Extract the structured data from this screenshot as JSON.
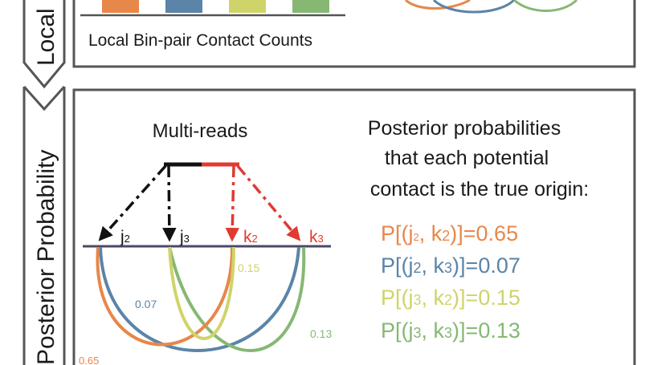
{
  "colors": {
    "orange": "#e8874a",
    "blue": "#5b84a8",
    "yellow": "#cfd46a",
    "green": "#86b873",
    "red": "#e03a32",
    "black": "#111111",
    "axis": "#4d4866",
    "frame": "#555555"
  },
  "top_panel": {
    "side_label": "Local",
    "caption": "Local Bin-pair Contact Counts"
  },
  "bottom_panel": {
    "side_label": "Posterior Probability",
    "multireads_label": "Multi-reads",
    "bins": [
      {
        "letter": "j",
        "sub": "2",
        "color": "black"
      },
      {
        "letter": "j",
        "sub": "3",
        "color": "black"
      },
      {
        "letter": "k",
        "sub": "2",
        "color": "red"
      },
      {
        "letter": "k",
        "sub": "3",
        "color": "red"
      }
    ],
    "arc_labels": {
      "j2k2": "0.65",
      "j2k3": "0.07",
      "j3k2": "0.15",
      "j3k3": "0.13"
    },
    "posterior_title": [
      "Posterior probabilities",
      "that each potential",
      "contact is the true origin:"
    ],
    "posteriors": [
      {
        "j": "2",
        "k": "2",
        "value": "0.65",
        "color": "orange"
      },
      {
        "j": "2",
        "k": "3",
        "value": "0.07",
        "color": "blue"
      },
      {
        "j": "3",
        "k": "2",
        "value": "0.15",
        "color": "yellow"
      },
      {
        "j": "3",
        "k": "3",
        "value": "0.13",
        "color": "green"
      }
    ]
  }
}
